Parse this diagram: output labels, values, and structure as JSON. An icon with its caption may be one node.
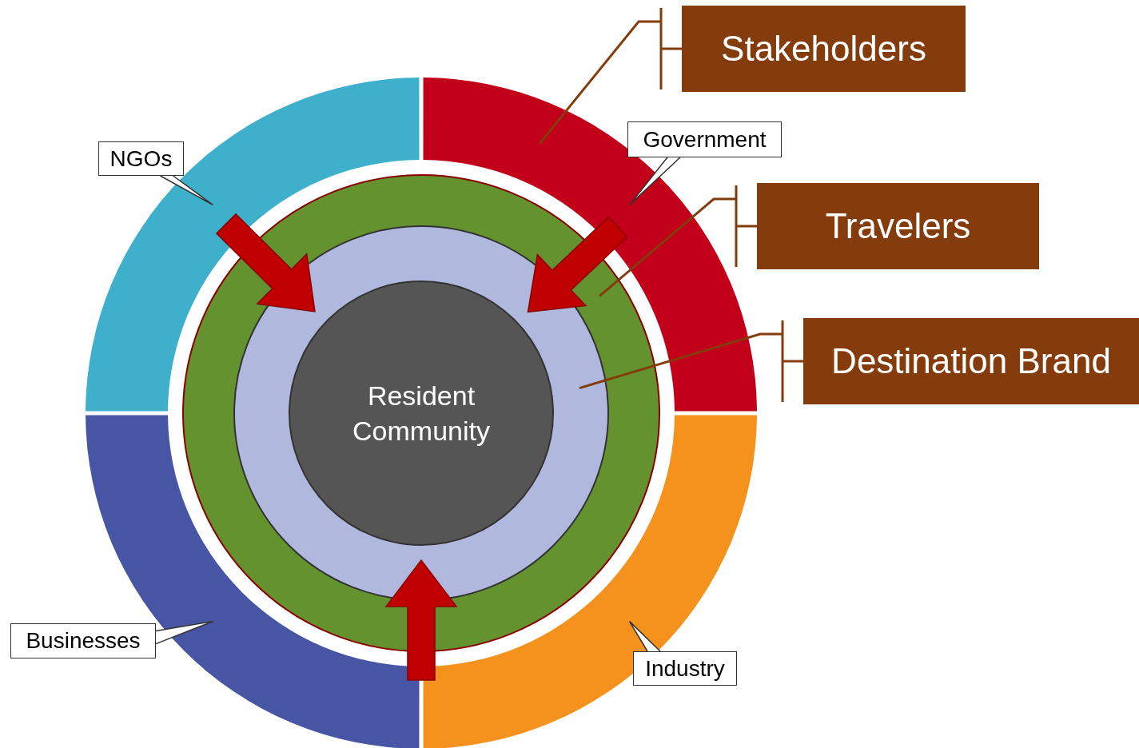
{
  "diagram": {
    "nodes": [
      {
        "text": [
          "Stakeholders"
        ]
      },
      {
        "text": [
          "Travelers"
        ]
      },
      {
        "text": [
          "Destination Brand"
        ]
      },
      {
        "text": [
          "NGOs"
        ]
      },
      {
        "text": [
          "Government"
        ]
      },
      {
        "text": [
          "Businesses"
        ]
      },
      {
        "text": [
          "Industry"
        ]
      },
      {
        "text": [],
        "shape": "arc"
      },
      {
        "text": [],
        "shape": "arc"
      },
      {
        "text": [],
        "shape": "arc"
      },
      {
        "text": [],
        "shape": "arc"
      },
      {
        "text": [],
        "shape": "ring"
      },
      {
        "text": [],
        "shape": "circle",
        "in": 11
      },
      {
        "text": [
          "Resident Community"
        ],
        "in": 12
      }
    ],
    "edges": [
      {
        "from": 3,
        "to": 7,
        "arrow": "none"
      },
      {
        "from": 4,
        "to": 8,
        "arrow": "none"
      },
      {
        "from": 5,
        "to": 9,
        "arrow": "none"
      },
      {
        "from": 6,
        "to": 10,
        "arrow": "none"
      },
      {
        "from": 0,
        "to": 8,
        "arrow": "none",
        "color": "#843c0c"
      },
      {
        "from": 1,
        "to": 11,
        "arrow": "none",
        "color": "#843c0c"
      },
      {
        "from": 2,
        "to": 12,
        "arrow": "none",
        "color": "#843c0c"
      },
      {
        "from": null,
        "to": 13,
        "arrow": "to",
        "style": "thick",
        "color": "#c00000"
      },
      {
        "from": null,
        "to": 13,
        "arrow": "to",
        "style": "thick",
        "color": "#c00000"
      },
      {
        "from": null,
        "to": 13,
        "arrow": "to",
        "style": "thick",
        "color": "#c00000"
      }
    ]
  }
}
